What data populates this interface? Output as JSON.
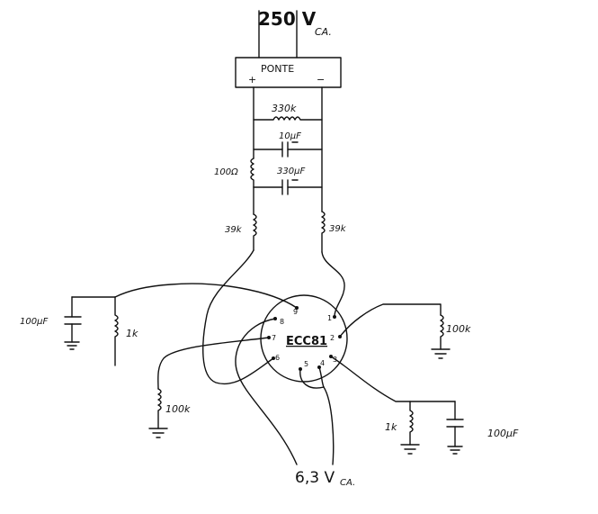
{
  "labels": {
    "ac_input": "250 V",
    "ac_input_unit": "CA.",
    "bridge": "PONTE",
    "bridge_plus": "+",
    "bridge_minus": "−",
    "r_330k": "330k",
    "c_10uf": "10μF",
    "c_330uf": "330μF",
    "r_100ohm": "100Ω",
    "r_39k_left": "39k",
    "r_39k_right": "39k",
    "tube": "ECC81",
    "cap_left": "100μF",
    "r_1k_left": "1k",
    "r_100k_right": "100k",
    "r_100k_left": "100k",
    "r_1k_right": "1k",
    "cap_right": "100μF",
    "heater": "6,3 V",
    "heater_unit": "CA."
  },
  "pins": [
    "1",
    "2",
    "3",
    "4",
    "5",
    "6",
    "7",
    "8",
    "9"
  ]
}
